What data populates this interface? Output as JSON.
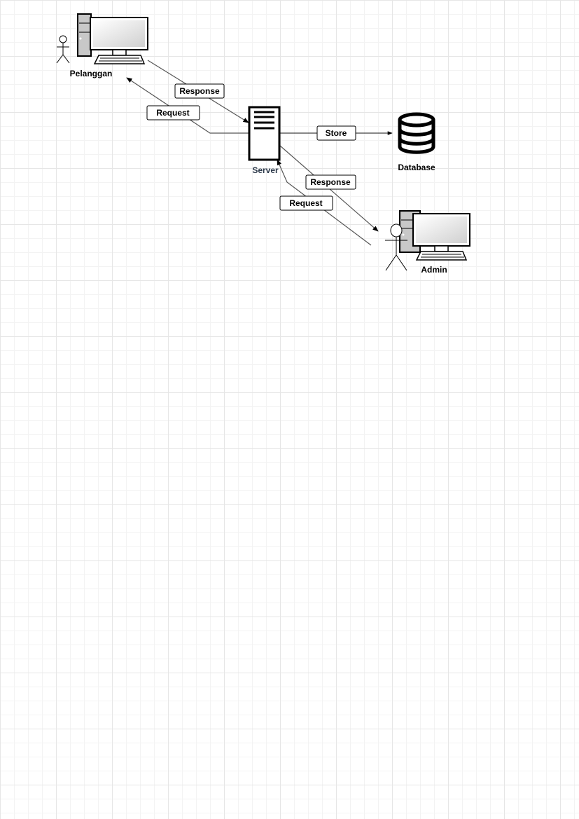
{
  "nodes": {
    "pelanggan": {
      "label": "Pelanggan",
      "icon": "desktop-computer-icon",
      "actor_icon": "stick-figure-icon"
    },
    "server": {
      "label": "Server",
      "icon": "server-rack-icon"
    },
    "database": {
      "label": "Database",
      "icon": "database-cylinder-icon"
    },
    "admin": {
      "label": "Admin",
      "icon": "desktop-computer-icon",
      "actor_icon": "stick-figure-icon"
    }
  },
  "edges": {
    "pelanggan_response": {
      "label": "Response"
    },
    "pelanggan_request": {
      "label": "Request"
    },
    "server_store": {
      "label": "Store"
    },
    "admin_response": {
      "label": "Response"
    },
    "admin_request": {
      "label": "Request"
    }
  },
  "colors": {
    "grid": "#e6e6e6",
    "line": "#555555",
    "icon_gray": "#c8c8c8",
    "server_label": "#2d3a4b"
  }
}
